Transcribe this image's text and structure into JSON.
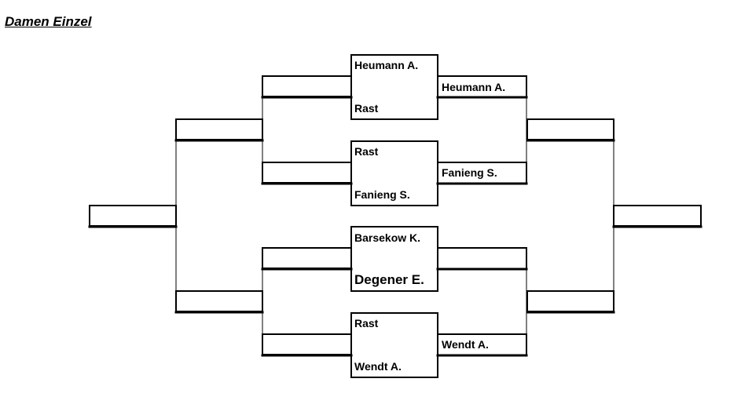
{
  "title": "Damen Einzel",
  "matches": [
    {
      "top": "Heumann A.",
      "bottom": "Rast"
    },
    {
      "top": "Rast",
      "bottom": "Fanieng S."
    },
    {
      "top": "Barsekow K.",
      "bottom": "Degener E."
    },
    {
      "top": "Rast",
      "bottom": "Wendt A."
    }
  ],
  "round2": [
    "Heumann A.",
    "Fanieng S.",
    "",
    "Wendt A."
  ],
  "left_side": {
    "round1": [
      "",
      "",
      "",
      ""
    ],
    "round2": [
      "",
      ""
    ],
    "final": ""
  },
  "right_side": {
    "semis": [
      "",
      ""
    ],
    "final": ""
  }
}
